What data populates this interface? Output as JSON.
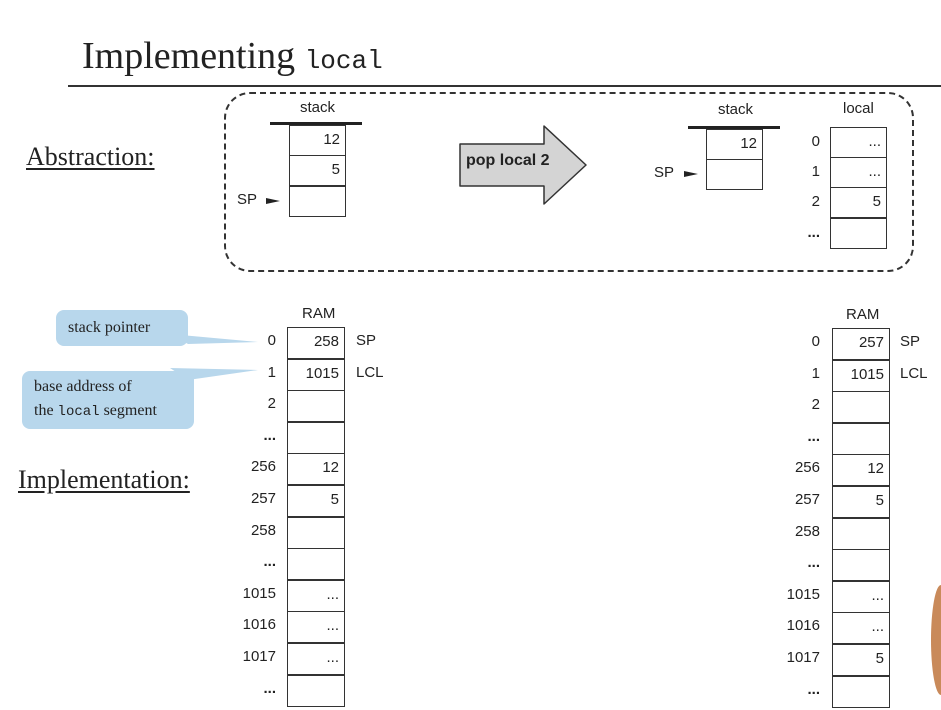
{
  "title": {
    "main": "Implementing",
    "code": "local"
  },
  "labels": {
    "abstraction": "Abstraction:",
    "implementation": "Implementation:"
  },
  "abstraction": {
    "before_stack": {
      "header": "stack",
      "cells": [
        "12",
        "5",
        ""
      ],
      "sp_label": "SP"
    },
    "operation": "pop local 2",
    "after_stack": {
      "header": "stack",
      "cells": [
        "12",
        ""
      ],
      "sp_label": "SP"
    },
    "local_segment": {
      "header": "local",
      "indices": [
        "0",
        "1",
        "2",
        "..."
      ],
      "cells": [
        "...",
        "...",
        "5",
        ""
      ]
    }
  },
  "callouts": {
    "stack_pointer": "stack pointer",
    "base_address_line1": "base address of",
    "base_address_prefix": "the",
    "base_address_code": "local",
    "base_address_suffix": "segment"
  },
  "ram_before": {
    "header": "RAM",
    "rows": [
      {
        "addr": "0",
        "val": "258",
        "tag": "SP"
      },
      {
        "addr": "1",
        "val": "1015",
        "tag": "LCL"
      },
      {
        "addr": "2",
        "val": "",
        "tag": ""
      },
      {
        "addr": "...",
        "val": "",
        "tag": ""
      },
      {
        "addr": "256",
        "val": "12",
        "tag": ""
      },
      {
        "addr": "257",
        "val": "5",
        "tag": ""
      },
      {
        "addr": "258",
        "val": "",
        "tag": ""
      },
      {
        "addr": "...",
        "val": "",
        "tag": ""
      },
      {
        "addr": "1015",
        "val": "...",
        "tag": ""
      },
      {
        "addr": "1016",
        "val": "...",
        "tag": ""
      },
      {
        "addr": "1017",
        "val": "...",
        "tag": ""
      },
      {
        "addr": "...",
        "val": "",
        "tag": ""
      }
    ]
  },
  "ram_after": {
    "header": "RAM",
    "rows": [
      {
        "addr": "0",
        "val": "257",
        "tag": "SP"
      },
      {
        "addr": "1",
        "val": "1015",
        "tag": "LCL"
      },
      {
        "addr": "2",
        "val": "",
        "tag": ""
      },
      {
        "addr": "...",
        "val": "",
        "tag": ""
      },
      {
        "addr": "256",
        "val": "12",
        "tag": ""
      },
      {
        "addr": "257",
        "val": "5",
        "tag": ""
      },
      {
        "addr": "258",
        "val": "",
        "tag": ""
      },
      {
        "addr": "...",
        "val": "",
        "tag": ""
      },
      {
        "addr": "1015",
        "val": "...",
        "tag": ""
      },
      {
        "addr": "1016",
        "val": "...",
        "tag": ""
      },
      {
        "addr": "1017",
        "val": "5",
        "tag": ""
      },
      {
        "addr": "...",
        "val": "",
        "tag": ""
      }
    ]
  },
  "colors": {
    "callout_fill": "#b8d7ec",
    "arrow_fill": "#d4d4d4"
  }
}
